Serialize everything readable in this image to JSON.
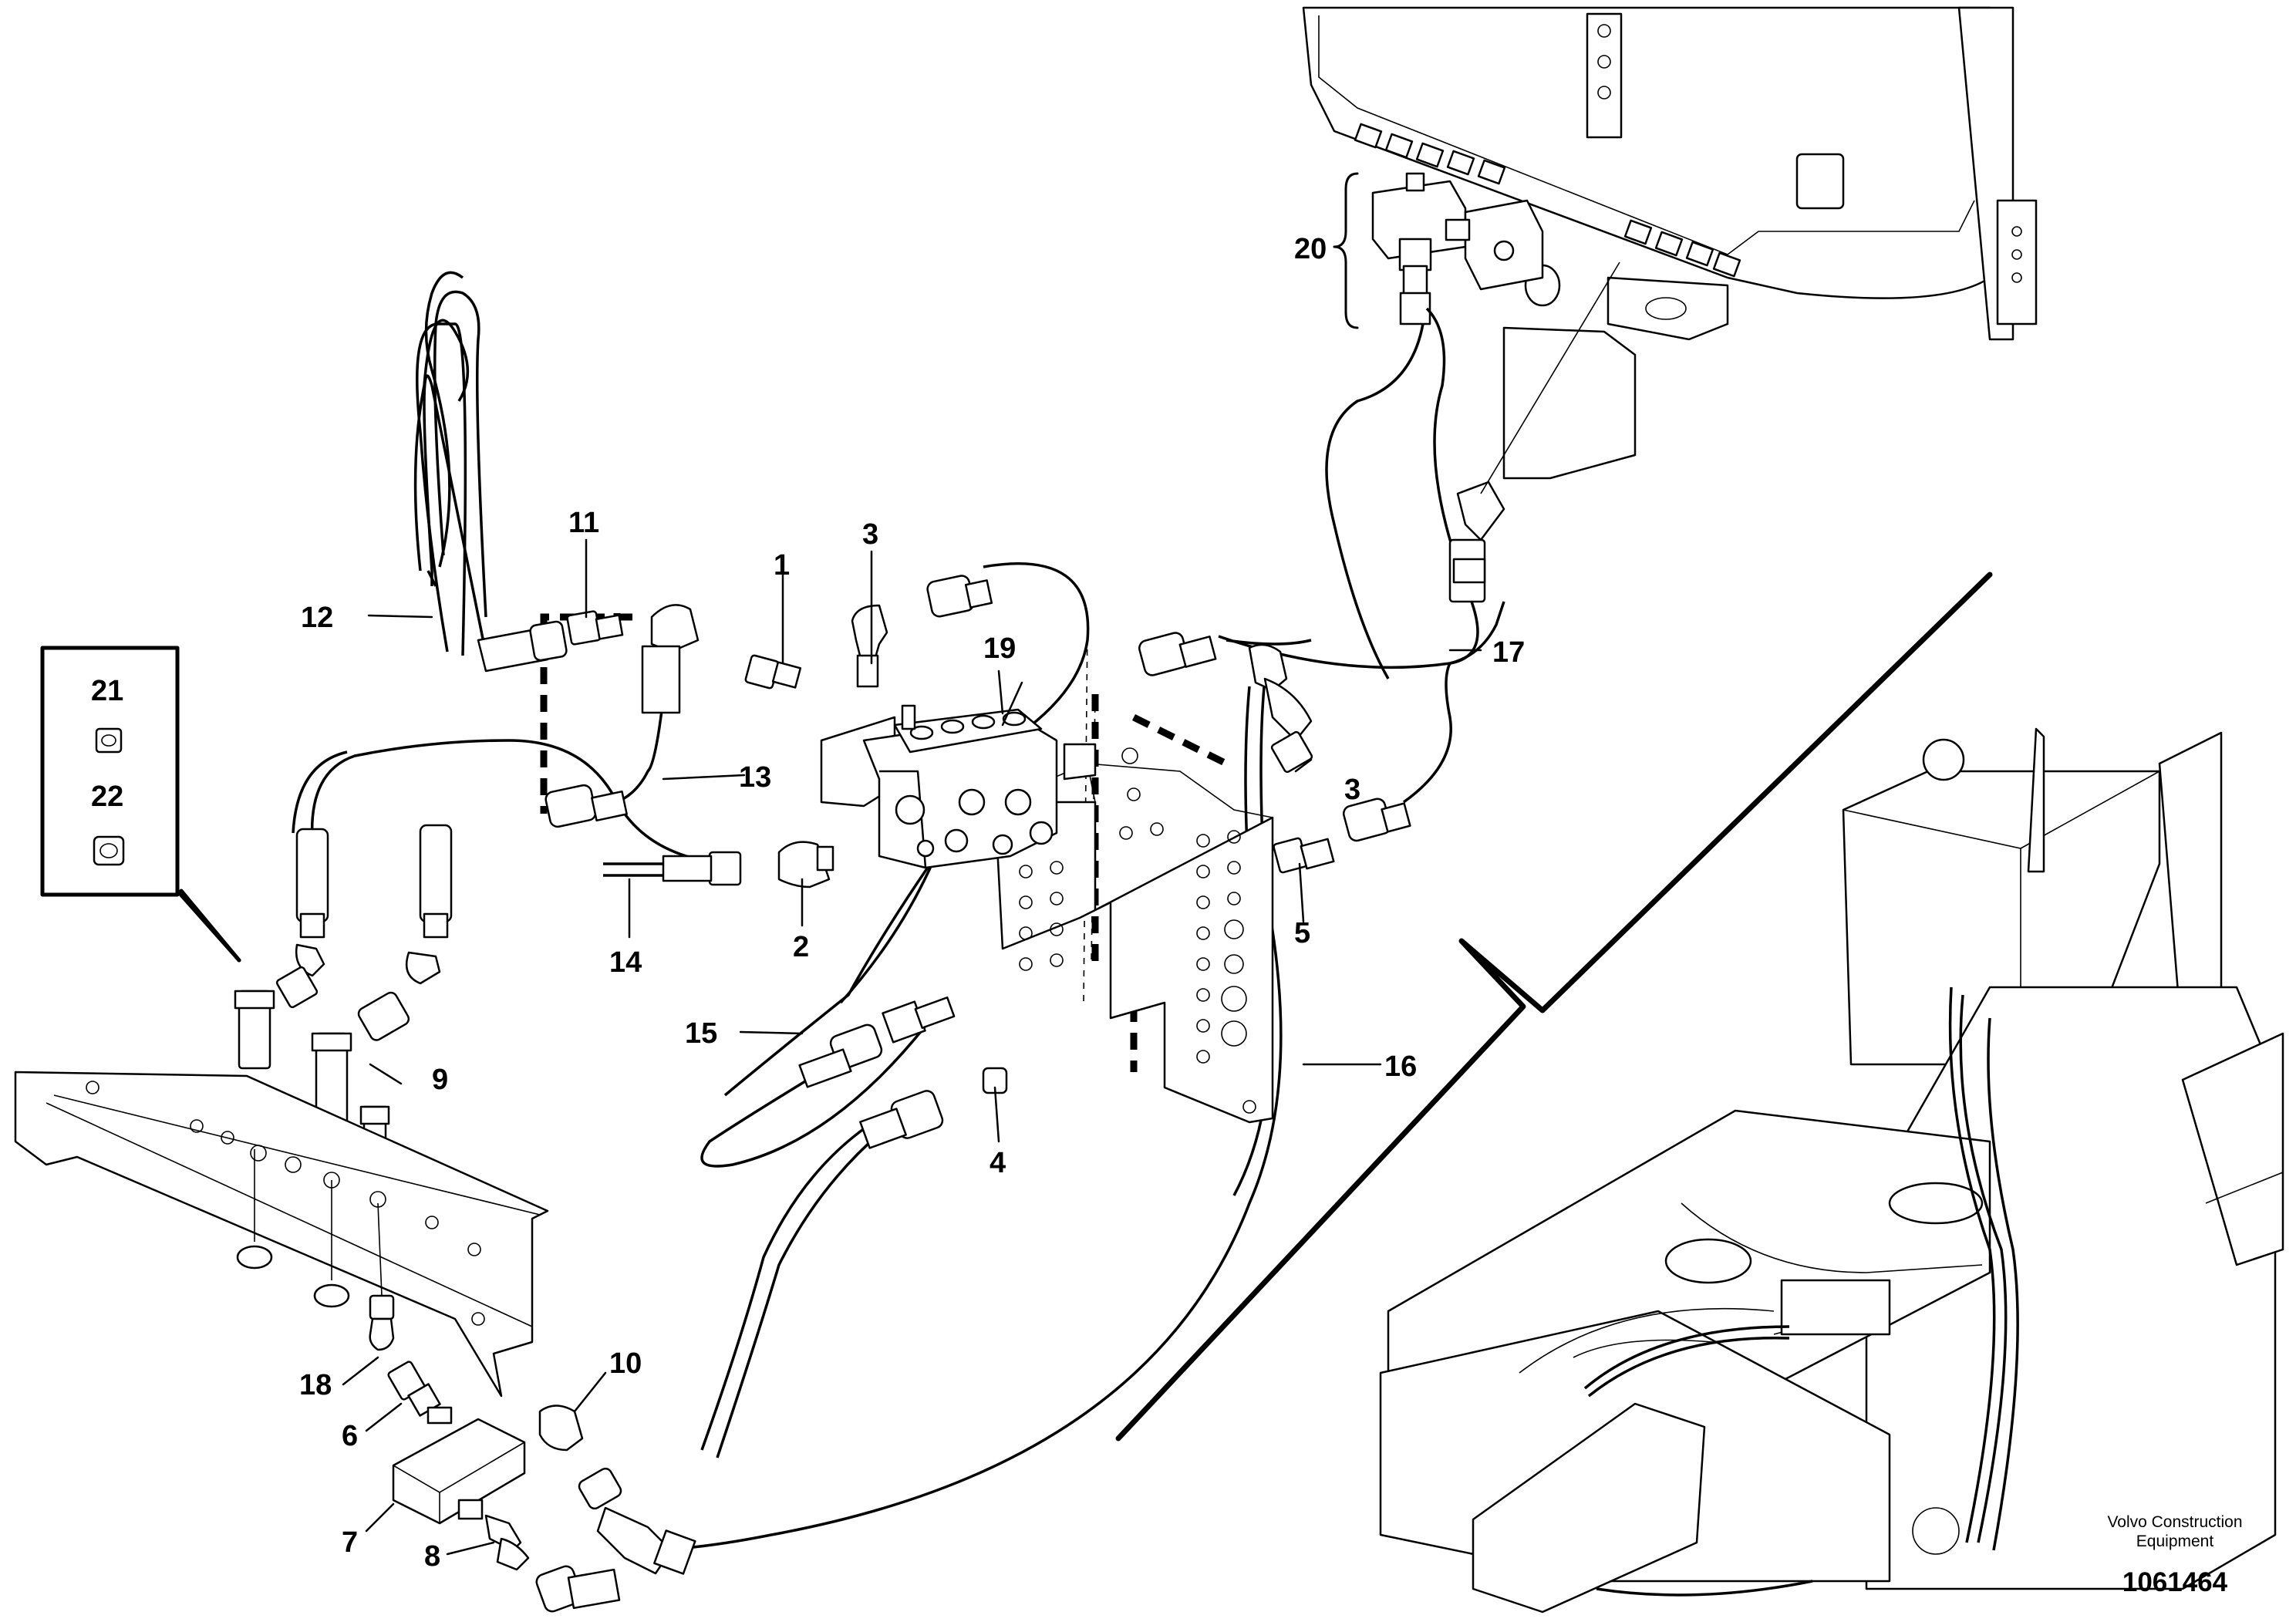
{
  "callouts": {
    "c1": "1",
    "c2": "2",
    "c3a": "3",
    "c3b": "3",
    "c4": "4",
    "c5": "5",
    "c6": "6",
    "c7": "7",
    "c8": "8",
    "c9": "9",
    "c10": "10",
    "c11": "11",
    "c12": "12",
    "c13": "13",
    "c14": "14",
    "c15": "15",
    "c16": "16",
    "c17": "17",
    "c18": "18",
    "c19": "19",
    "c20": "20",
    "c21": "21",
    "c22": "22"
  },
  "footer": {
    "brand_line1": "Volvo Construction",
    "brand_line2": "Equipment",
    "doc_number": "1061464"
  }
}
